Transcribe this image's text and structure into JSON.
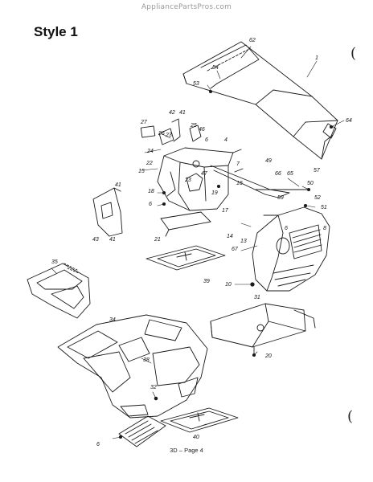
{
  "header": {
    "site_url": "AppliancePartsPros.com",
    "style_title": "Style 1"
  },
  "footer": {
    "page_label": "3D – Page 4",
    "paren_top": "(",
    "paren_bottom": "("
  },
  "part_labels": [
    "62",
    "1",
    "54",
    "53",
    "64",
    "42",
    "41",
    "27",
    "26",
    "25",
    "46",
    "23",
    "4",
    "6",
    "24",
    "22",
    "15",
    "7",
    "49",
    "66",
    "65",
    "57",
    "23",
    "47",
    "50",
    "18",
    "19",
    "16",
    "59",
    "52",
    "6",
    "17",
    "51",
    "41",
    "43",
    "41",
    "21",
    "14",
    "13",
    "6",
    "8",
    "67",
    "39",
    "35",
    "10",
    "31",
    "34",
    "38",
    "20",
    "32",
    "6",
    "40"
  ]
}
